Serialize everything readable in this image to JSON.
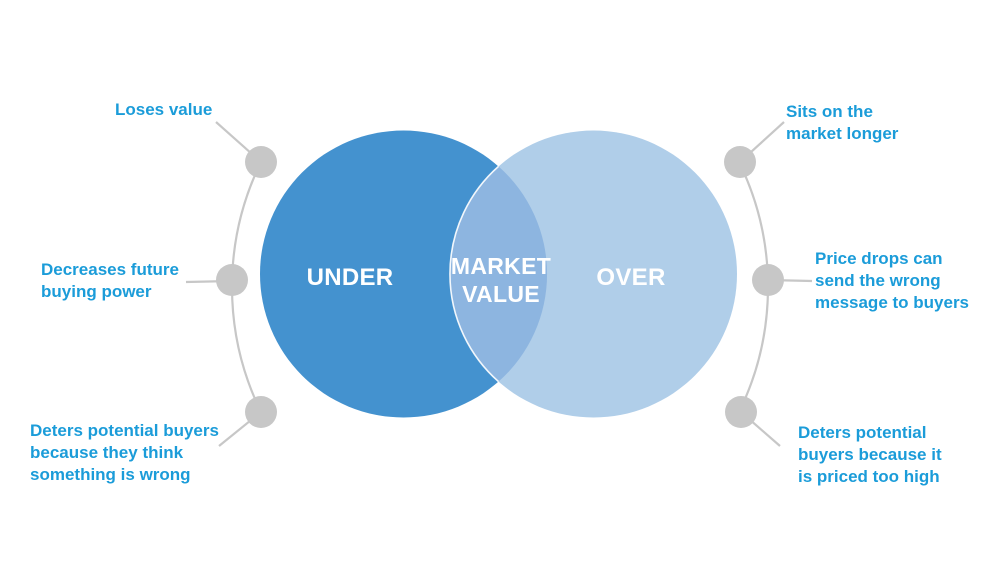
{
  "venn": {
    "left_label": "UNDER",
    "right_label": "OVER",
    "overlap_label": "MARKET\nVALUE"
  },
  "callouts_left": [
    {
      "text": "Loses value"
    },
    {
      "text": "Decreases future\nbuying power"
    },
    {
      "text": "Deters potential buyers\nbecause they think\nsomething is wrong"
    }
  ],
  "callouts_right": [
    {
      "text": "Sits on the\nmarket longer"
    },
    {
      "text": "Price drops can\nsend the wrong\nmessage to buyers"
    },
    {
      "text": "Deters potential\nbuyers because it\nis priced too high"
    }
  ],
  "colors": {
    "left_circle": "#4492CF",
    "right_circle": "#B0CEE9",
    "overlap": "#8DB5E0",
    "overlap_edge": "#FFFFFF",
    "connector_gray": "#C7C7C7",
    "callout_text": "#1B9CD9",
    "circle_label_text": "#FFFFFF",
    "background": "#FFFFFF"
  }
}
